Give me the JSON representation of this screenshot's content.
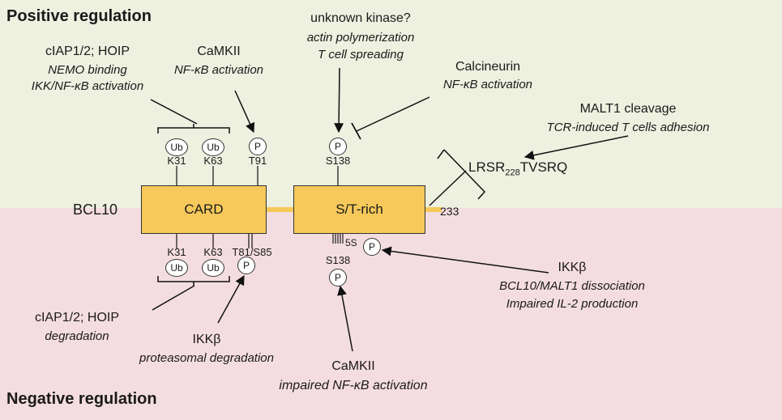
{
  "sections": {
    "positive": "Positive regulation",
    "negative": "Negative regulation"
  },
  "colors": {
    "positive_bg": "#eef0e0",
    "negative_bg": "#f4dde0",
    "domain_fill": "#f6c95a",
    "backbone": "#f6c95a"
  },
  "protein": {
    "name": "BCL10",
    "length_end": "233",
    "domains": [
      "CARD",
      "S/T-rich"
    ]
  },
  "motif": {
    "prefix": "LRSR",
    "subscript": "228",
    "suffix": "TVSRQ"
  },
  "positive": {
    "ciap": {
      "title": "cIAP1/2; HOIP",
      "effect1": "NEMO binding",
      "effect2": "IKK/NF-κB activation"
    },
    "camkii": {
      "title": "CaMKII",
      "effect": "NF-κB activation"
    },
    "unknown": {
      "title": "unknown kinase?",
      "effect1": "actin polymerization",
      "effect2": "T cell spreading"
    },
    "calcineurin": {
      "title": "Calcineurin",
      "effect": "NF-κB activation"
    },
    "malt1": {
      "title": "MALT1 cleavage",
      "effect": "TCR-induced T cells adhesion"
    },
    "modifications": {
      "ub": "Ub",
      "p": "P",
      "k31": "K31",
      "k63": "K63",
      "t91": "T91",
      "s138": "S138"
    }
  },
  "negative": {
    "ciap": {
      "title": "cIAP1/2; HOIP",
      "effect": "degradation"
    },
    "ikkb1": {
      "title": "IKKβ",
      "effect": "proteasomal degradation"
    },
    "camkii": {
      "title": "CaMKII",
      "effect": "impaired NF-κB activation"
    },
    "ikkb2": {
      "title": "IKKβ",
      "effect1": "BCL10/MALT1 dissociation",
      "effect2": "Impaired IL-2 production"
    },
    "modifications": {
      "ub": "Ub",
      "p": "P",
      "k31": "K31",
      "k63": "K63",
      "t81s85": "T81/S85",
      "s138": "S138",
      "five_s": "5S"
    }
  }
}
